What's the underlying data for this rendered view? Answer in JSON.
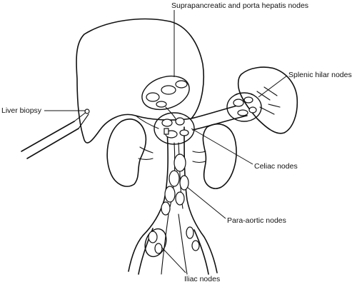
{
  "labels": {
    "suprapancreatic": "Suprapancreatic and porta hepatis nodes",
    "splenic": "Splenic hilar nodes",
    "liver_biopsy": "Liver biopsy",
    "celiac": "Celiac nodes",
    "para_aortic": "Para-aortic nodes",
    "iliac": "Iliac nodes"
  }
}
